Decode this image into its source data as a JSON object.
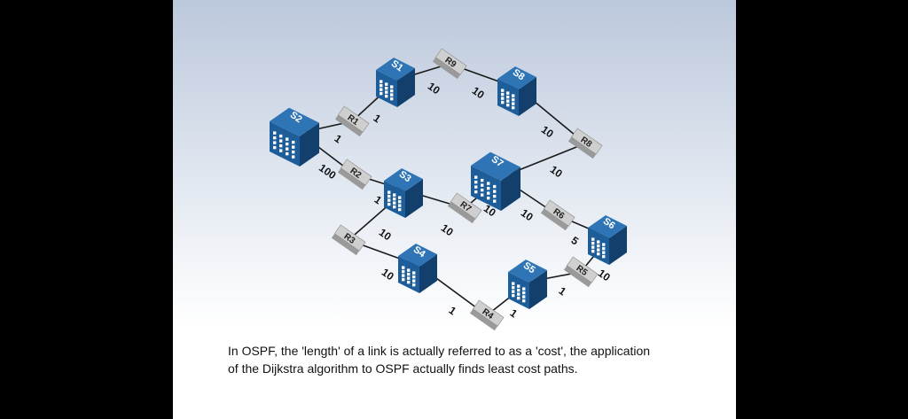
{
  "switches": [
    {
      "id": "S1",
      "label": "S1"
    },
    {
      "id": "S2",
      "label": "S2"
    },
    {
      "id": "S3",
      "label": "S3"
    },
    {
      "id": "S4",
      "label": "S4"
    },
    {
      "id": "S5",
      "label": "S5"
    },
    {
      "id": "S6",
      "label": "S6"
    },
    {
      "id": "S7",
      "label": "S7"
    },
    {
      "id": "S8",
      "label": "S8"
    }
  ],
  "routers": [
    {
      "id": "R1",
      "label": "R1"
    },
    {
      "id": "R2",
      "label": "R2"
    },
    {
      "id": "R3",
      "label": "R3"
    },
    {
      "id": "R4",
      "label": "R4"
    },
    {
      "id": "R5",
      "label": "R5"
    },
    {
      "id": "R6",
      "label": "R6"
    },
    {
      "id": "R7",
      "label": "R7"
    },
    {
      "id": "R8",
      "label": "R8"
    },
    {
      "id": "R9",
      "label": "R9"
    }
  ],
  "links": [
    {
      "from": "S1",
      "to": "R9",
      "cost": "10"
    },
    {
      "from": "R9",
      "to": "S8",
      "cost": "10"
    },
    {
      "from": "S1",
      "to": "R1",
      "cost": "1"
    },
    {
      "from": "R1",
      "to": "S2",
      "cost": "1"
    },
    {
      "from": "S8",
      "to": "R8",
      "cost": "10"
    },
    {
      "from": "R8",
      "to": "S7",
      "cost": "10"
    },
    {
      "from": "S2",
      "to": "R2",
      "cost": "100"
    },
    {
      "from": "R2",
      "to": "S3",
      "cost": "1"
    },
    {
      "from": "S3",
      "to": "R7",
      "cost": "10"
    },
    {
      "from": "R7",
      "to": "S7",
      "cost": "10"
    },
    {
      "from": "S7",
      "to": "R6",
      "cost": "10"
    },
    {
      "from": "R6",
      "to": "S6",
      "cost": "5"
    },
    {
      "from": "S3",
      "to": "R3",
      "cost": "10"
    },
    {
      "from": "R3",
      "to": "S4",
      "cost": "10"
    },
    {
      "from": "S4",
      "to": "R4",
      "cost": "1"
    },
    {
      "from": "R4",
      "to": "S5",
      "cost": "1"
    },
    {
      "from": "S5",
      "to": "R5",
      "cost": "1"
    },
    {
      "from": "R5",
      "to": "S6",
      "cost": "10"
    }
  ],
  "caption": {
    "line1": "In OSPF, the 'length' of a link is actually referred to as a 'cost', the application",
    "line2": "of the Dijkstra algorithm to OSPF actually finds least cost paths."
  },
  "colors": {
    "switch_front": "#1d5d99",
    "switch_side": "#123f6b",
    "switch_top": "#2f75b5",
    "router_top": "#cfcfcf",
    "router_front": "#9a9a9a",
    "link": "#1a1a1a",
    "cost_text": "#111111"
  }
}
